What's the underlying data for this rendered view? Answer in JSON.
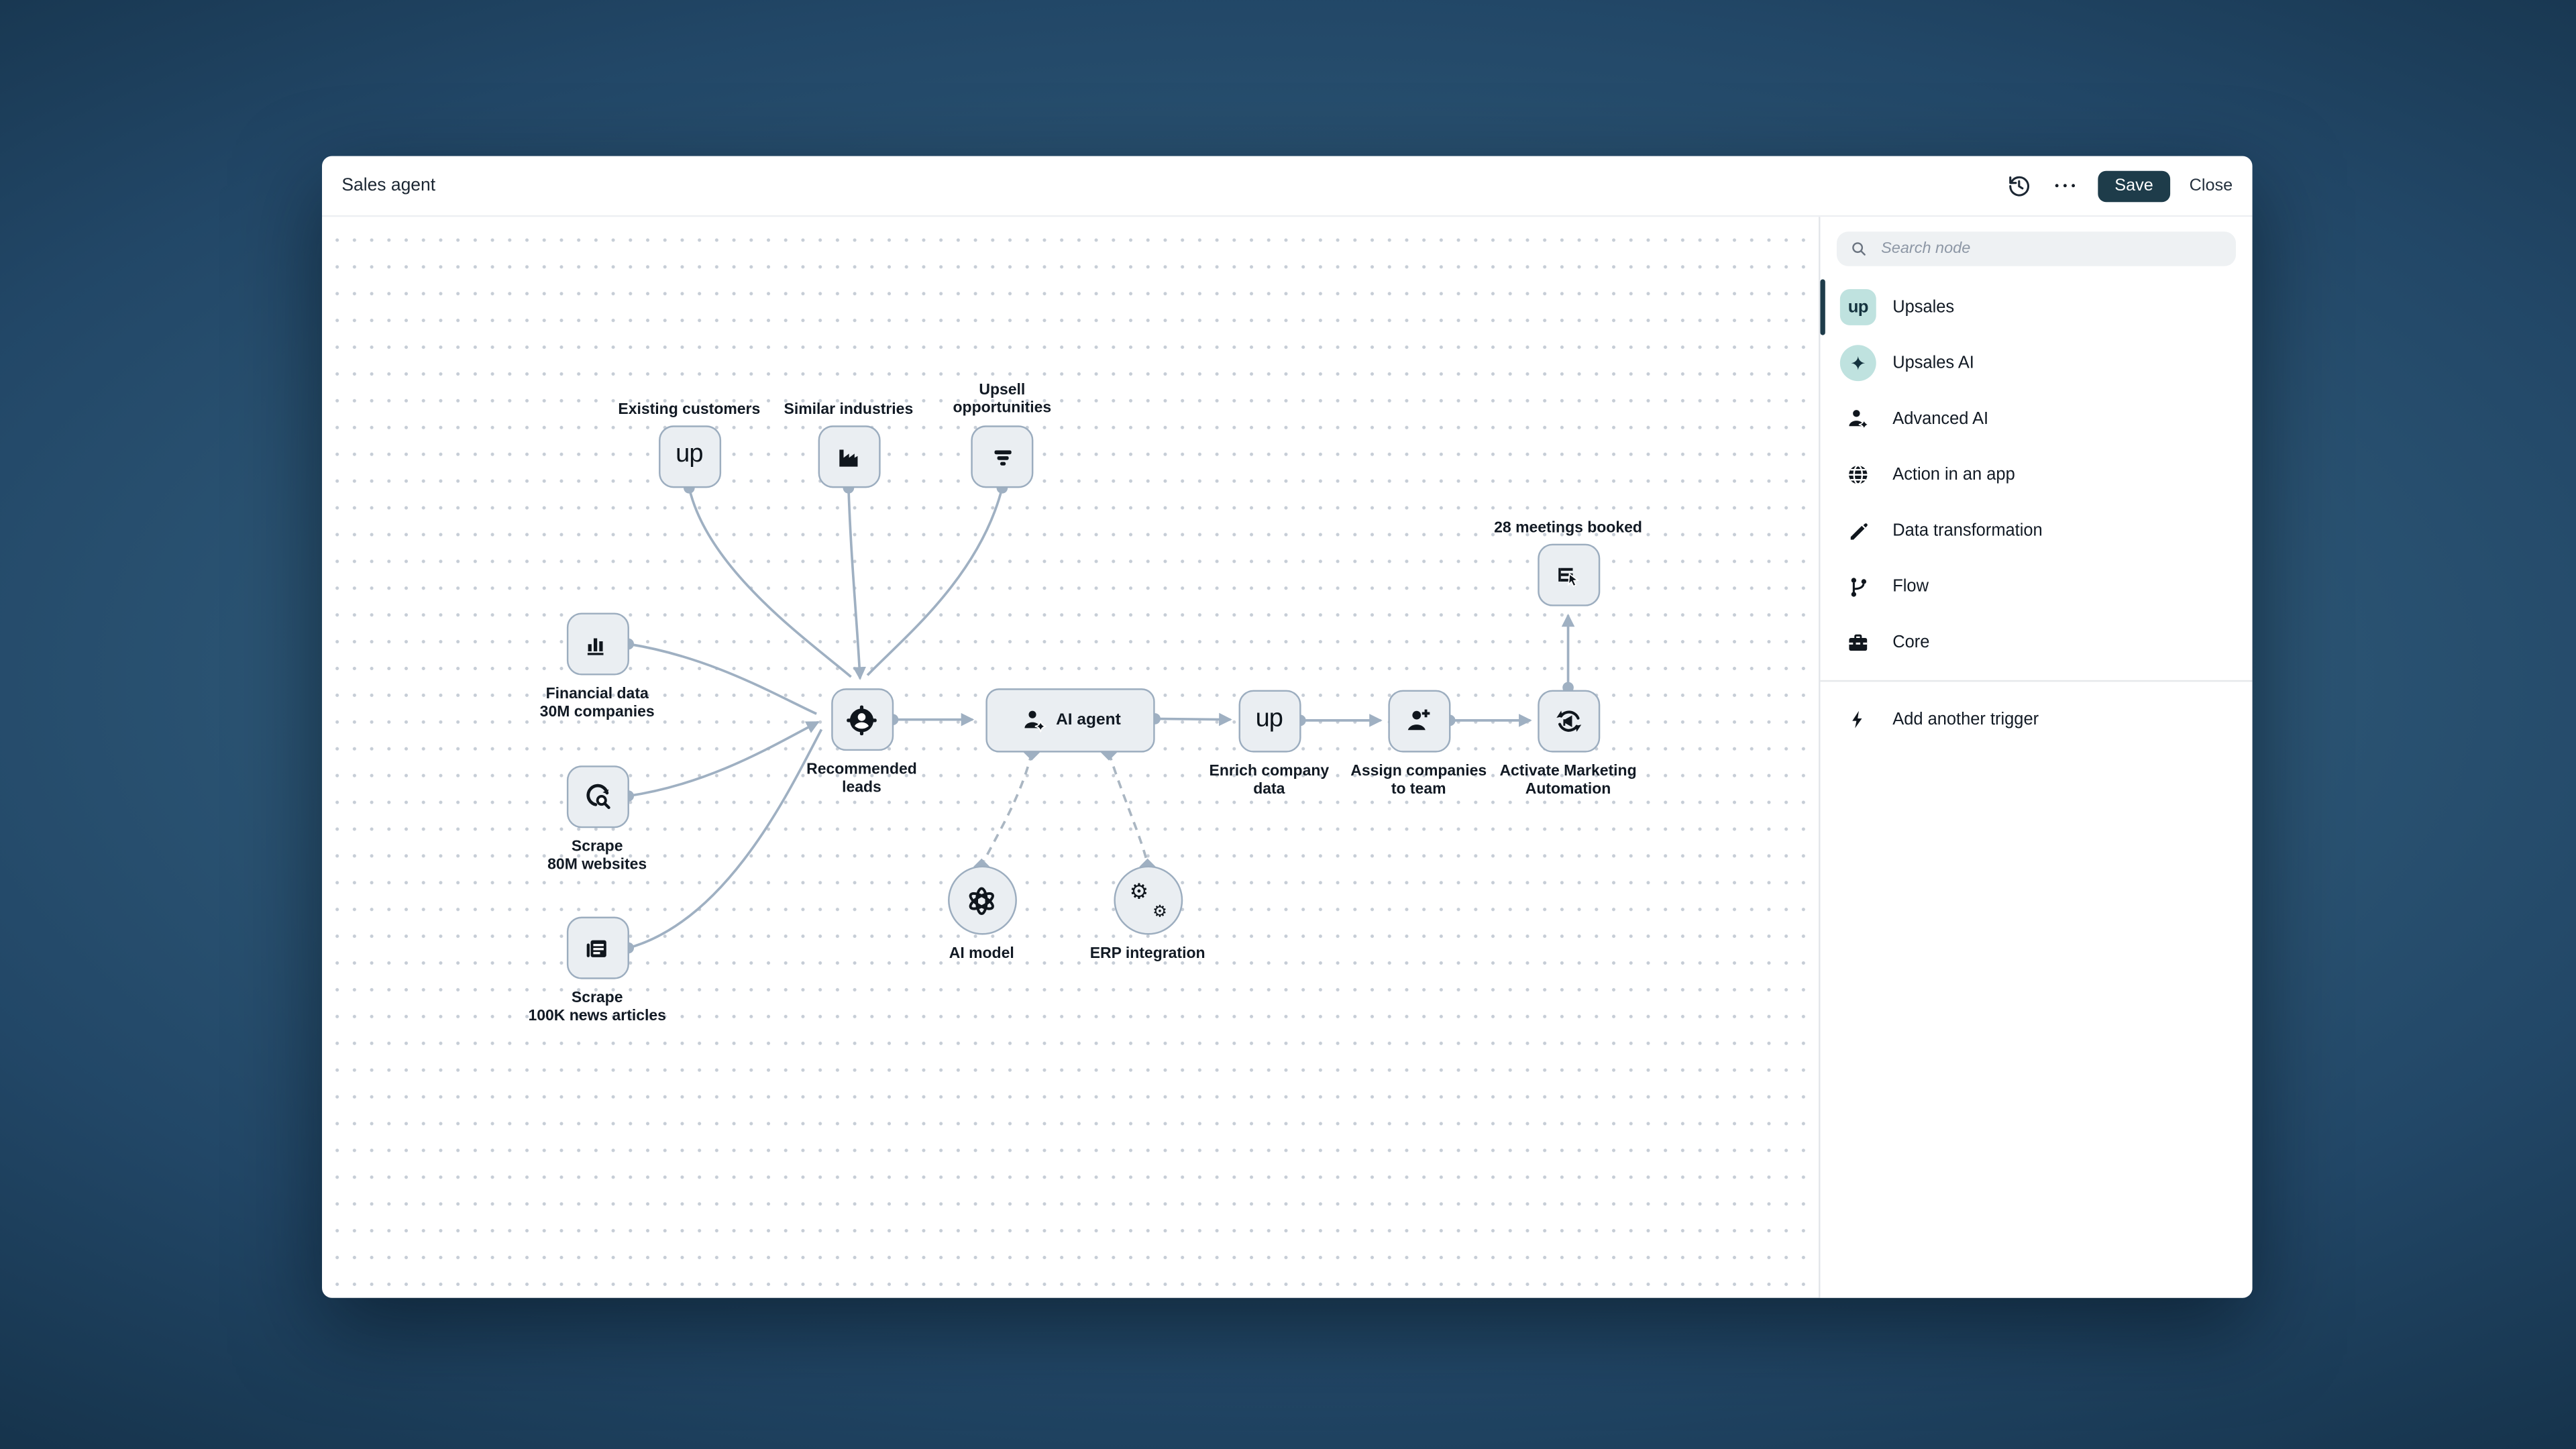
{
  "window": {
    "title": "Sales agent",
    "save_label": "Save",
    "close_label": "Close",
    "accent_dark": "#1e3c4a",
    "icons": [
      "history-icon",
      "ellipsis-icon"
    ]
  },
  "sidebar": {
    "search_placeholder": "Search node",
    "items": [
      {
        "label": "Upsales",
        "icon": "upsales-badge-icon",
        "badge_text": "up"
      },
      {
        "label": "Upsales AI",
        "icon": "sparkle-icon"
      },
      {
        "label": "Advanced AI",
        "icon": "person-sparkle-icon"
      },
      {
        "label": "Action in an app",
        "icon": "globe-icon"
      },
      {
        "label": "Data transformation",
        "icon": "pencil-icon"
      },
      {
        "label": "Flow",
        "icon": "git-branch-icon"
      },
      {
        "label": "Core",
        "icon": "toolbox-icon"
      },
      {
        "label": "Add another trigger",
        "icon": "lightning-bolt-icon"
      }
    ],
    "accent_teal": "#bfe2df"
  },
  "canvas": {
    "up": "up",
    "edge_color": "#9fb0c2",
    "nodes": {
      "existing": {
        "label": "Existing customers",
        "icon": "upsales-wordmark"
      },
      "similar": {
        "label": "Similar industries",
        "icon": "factory-icon"
      },
      "upsell": {
        "l1": "Upsell",
        "l2": "opportunities",
        "icon": "funnel-icon"
      },
      "financial": {
        "l1": "Financial data",
        "l2": "30M companies",
        "icon": "bar-chart-icon"
      },
      "scrape_web": {
        "l1": "Scrape",
        "l2": "80M websites",
        "icon": "globe-search-icon"
      },
      "scrape_news": {
        "l1": "Scrape",
        "l2": "100K news articles",
        "icon": "newspaper-icon"
      },
      "recommended": {
        "l1": "Recommended",
        "l2": "leads",
        "icon": "user-target-icon"
      },
      "ai_agent": {
        "label": "AI agent",
        "icon": "person-sparkle-icon"
      },
      "enrich": {
        "l1": "Enrich company",
        "l2": "data",
        "icon": "upsales-wordmark"
      },
      "assign": {
        "l1": "Assign companies",
        "l2": "to team",
        "icon": "person-plus-icon"
      },
      "activate": {
        "l1": "Activate Marketing",
        "l2": "Automation",
        "icon": "megaphone-cycle-icon"
      },
      "meetings": {
        "label": "28 meetings booked",
        "icon": "list-cursor-icon"
      },
      "ai_model": {
        "label": "AI model",
        "icon": "openai-icon"
      },
      "erp": {
        "label": "ERP integration",
        "icon": "gears-icon"
      }
    }
  }
}
